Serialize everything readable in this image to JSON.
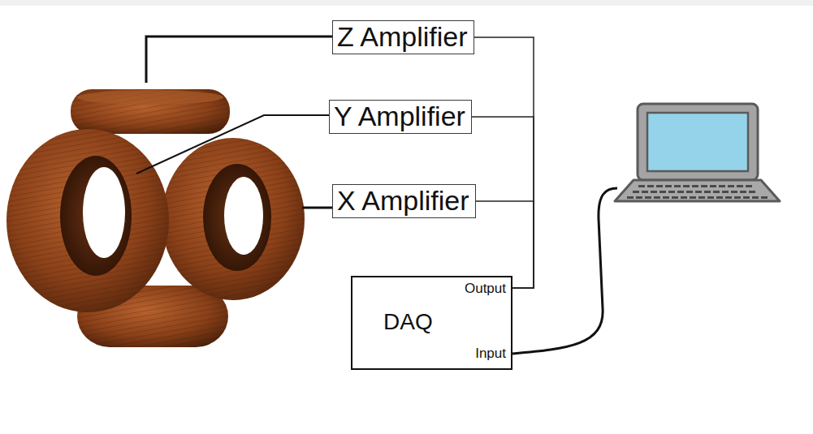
{
  "diagram": {
    "nodes": [
      {
        "text": [
          "Z Amplifier"
        ]
      },
      {
        "text": [
          "Y Amplifier"
        ]
      },
      {
        "text": [
          "X Amplifier"
        ]
      },
      {
        "text": [
          "Output",
          "DAQ",
          "Input"
        ]
      }
    ],
    "edges": [
      {
        "from": 3,
        "to": 0,
        "arrow": "none"
      },
      {
        "from": 3,
        "to": 1,
        "arrow": "none"
      },
      {
        "from": 3,
        "to": 2,
        "arrow": "none"
      }
    ]
  }
}
